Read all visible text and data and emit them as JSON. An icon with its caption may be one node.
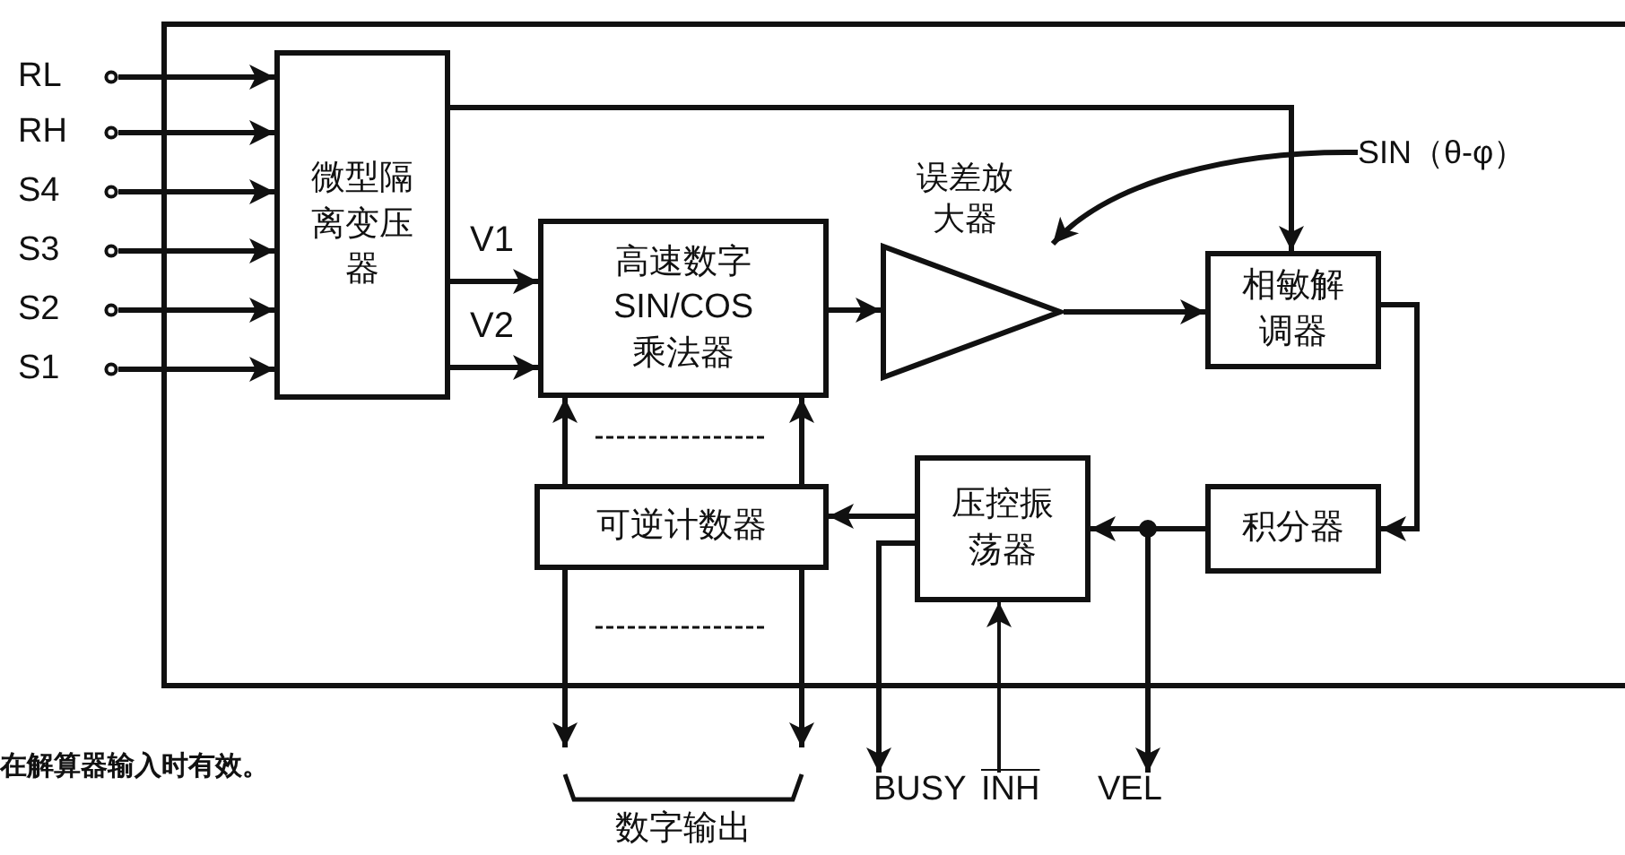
{
  "diagram": {
    "nodes": [
      {
        "text": [],
        "shape": "box"
      },
      {
        "text": [
          "RL"
        ]
      },
      {
        "text": [
          "RH"
        ]
      },
      {
        "text": [
          "S4"
        ]
      },
      {
        "text": [
          "S3"
        ]
      },
      {
        "text": [
          "S2"
        ]
      },
      {
        "text": [
          "S1"
        ]
      },
      {
        "text": [
          "微型隔离变压器"
        ],
        "in": 0
      },
      {
        "text": [
          "高速数字 SIN/COS 乘法器"
        ],
        "in": 0
      },
      {
        "text": [
          "误差放大器"
        ],
        "in": 0
      },
      {
        "text": [
          "相敏解调器"
        ],
        "in": 0
      },
      {
        "text": [
          "积分器"
        ],
        "in": 0
      },
      {
        "text": [
          "压控振荡器"
        ],
        "in": 0
      },
      {
        "text": [
          "可逆计数器"
        ],
        "in": 0
      },
      {
        "text": [
          "SIN（θ-φ）"
        ],
        "in": 0
      },
      {
        "text": [
          "数字输出"
        ]
      },
      {
        "text": [
          "BUSY"
        ]
      },
      {
        "text": [
          "INH"
        ]
      },
      {
        "text": [
          "VEL"
        ]
      }
    ],
    "edges": [
      {
        "from": 1,
        "to": 7,
        "arrow": "to"
      },
      {
        "from": 2,
        "to": 7,
        "arrow": "to"
      },
      {
        "from": 3,
        "to": 7,
        "arrow": "to"
      },
      {
        "from": 4,
        "to": 7,
        "arrow": "to"
      },
      {
        "from": 5,
        "to": 7,
        "arrow": "to"
      },
      {
        "from": 6,
        "to": 7,
        "arrow": "to"
      },
      {
        "from": 7,
        "to": 8,
        "arrow": "to",
        "label": "V1"
      },
      {
        "from": 7,
        "to": 8,
        "arrow": "to",
        "label": "V2"
      },
      {
        "from": 7,
        "to": 10,
        "arrow": "to"
      },
      {
        "from": 8,
        "to": 9,
        "arrow": "to"
      },
      {
        "from": 9,
        "to": 10,
        "arrow": "to"
      },
      {
        "from": 10,
        "to": 11,
        "arrow": "to"
      },
      {
        "from": 11,
        "to": 12,
        "arrow": "to"
      },
      {
        "from": 11,
        "to": 18,
        "arrow": "to"
      },
      {
        "from": 12,
        "to": 13,
        "arrow": "to"
      },
      {
        "from": 12,
        "to": 16,
        "arrow": "to"
      },
      {
        "from": 17,
        "to": 12,
        "arrow": "to"
      },
      {
        "from": 13,
        "to": 8,
        "arrow": "to"
      },
      {
        "from": 13,
        "to": 8,
        "arrow": "to"
      },
      {
        "from": 13,
        "to": 15,
        "arrow": "to"
      },
      {
        "from": 13,
        "to": 15,
        "arrow": "to"
      },
      {
        "from": 14,
        "to": 9,
        "arrow": "to"
      }
    ],
    "labels": [
      "在解算器输入时有效。"
    ]
  }
}
